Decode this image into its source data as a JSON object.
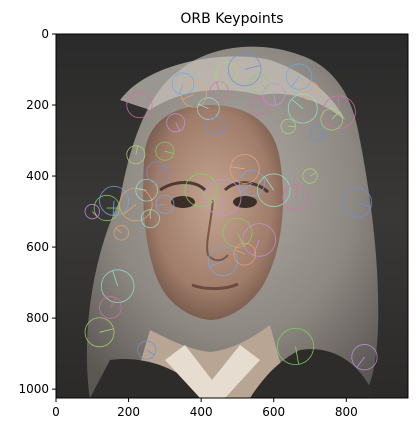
{
  "chart_data": {
    "type": "image",
    "title": "ORB Keypoints",
    "xlabel": "",
    "ylabel": "",
    "xlim": [
      0,
      970
    ],
    "ylim": [
      1025,
      0
    ],
    "x_ticks": [
      0,
      200,
      400,
      600,
      800
    ],
    "y_ticks": [
      0,
      200,
      400,
      600,
      800,
      1000
    ],
    "image_description_icon": "portrait-photo",
    "keypoints": [
      {
        "x": 140,
        "y": 490,
        "r": 35
      },
      {
        "x": 100,
        "y": 500,
        "r": 20
      },
      {
        "x": 160,
        "y": 470,
        "r": 40
      },
      {
        "x": 220,
        "y": 480,
        "r": 45
      },
      {
        "x": 250,
        "y": 440,
        "r": 30
      },
      {
        "x": 230,
        "y": 200,
        "r": 35
      },
      {
        "x": 220,
        "y": 340,
        "r": 25
      },
      {
        "x": 280,
        "y": 390,
        "r": 30
      },
      {
        "x": 300,
        "y": 330,
        "r": 25
      },
      {
        "x": 330,
        "y": 250,
        "r": 25
      },
      {
        "x": 350,
        "y": 140,
        "r": 30
      },
      {
        "x": 380,
        "y": 170,
        "r": 35
      },
      {
        "x": 420,
        "y": 210,
        "r": 30
      },
      {
        "x": 450,
        "y": 160,
        "r": 25
      },
      {
        "x": 470,
        "y": 110,
        "r": 30
      },
      {
        "x": 520,
        "y": 100,
        "r": 45
      },
      {
        "x": 560,
        "y": 140,
        "r": 25
      },
      {
        "x": 600,
        "y": 170,
        "r": 30
      },
      {
        "x": 670,
        "y": 120,
        "r": 35
      },
      {
        "x": 700,
        "y": 160,
        "r": 25
      },
      {
        "x": 680,
        "y": 210,
        "r": 40
      },
      {
        "x": 780,
        "y": 220,
        "r": 45
      },
      {
        "x": 760,
        "y": 240,
        "r": 30
      },
      {
        "x": 720,
        "y": 280,
        "r": 20
      },
      {
        "x": 400,
        "y": 440,
        "r": 45
      },
      {
        "x": 460,
        "y": 460,
        "r": 50
      },
      {
        "x": 540,
        "y": 420,
        "r": 35
      },
      {
        "x": 520,
        "y": 380,
        "r": 40
      },
      {
        "x": 600,
        "y": 440,
        "r": 45
      },
      {
        "x": 660,
        "y": 460,
        "r": 35
      },
      {
        "x": 700,
        "y": 400,
        "r": 20
      },
      {
        "x": 830,
        "y": 475,
        "r": 40
      },
      {
        "x": 500,
        "y": 560,
        "r": 40
      },
      {
        "x": 560,
        "y": 580,
        "r": 45
      },
      {
        "x": 460,
        "y": 640,
        "r": 40
      },
      {
        "x": 520,
        "y": 620,
        "r": 30
      },
      {
        "x": 170,
        "y": 710,
        "r": 45
      },
      {
        "x": 150,
        "y": 770,
        "r": 30
      },
      {
        "x": 120,
        "y": 840,
        "r": 40
      },
      {
        "x": 250,
        "y": 890,
        "r": 25
      },
      {
        "x": 660,
        "y": 880,
        "r": 50
      },
      {
        "x": 850,
        "y": 910,
        "r": 35
      },
      {
        "x": 300,
        "y": 480,
        "r": 25
      },
      {
        "x": 180,
        "y": 560,
        "r": 20
      },
      {
        "x": 260,
        "y": 520,
        "r": 25
      },
      {
        "x": 560,
        "y": 200,
        "r": 25
      },
      {
        "x": 640,
        "y": 260,
        "r": 20
      },
      {
        "x": 440,
        "y": 260,
        "r": 25
      }
    ],
    "keypoint_colors": [
      "#7fd45f",
      "#c48fe0",
      "#6fa8e8",
      "#e8a36f",
      "#8fe0c8",
      "#d46fa8",
      "#a8d46f",
      "#6f8fd4"
    ]
  }
}
